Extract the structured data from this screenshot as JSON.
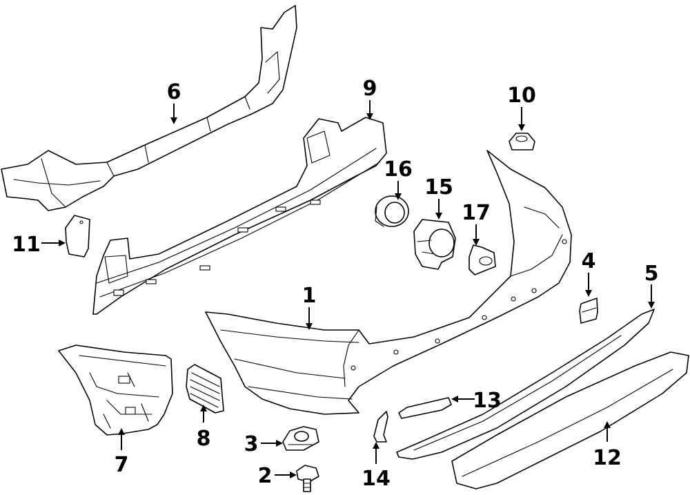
{
  "callouts": {
    "n1": "1",
    "n2": "2",
    "n3": "3",
    "n4": "4",
    "n5": "5",
    "n6": "6",
    "n7": "7",
    "n8": "8",
    "n9": "9",
    "n10": "10",
    "n11": "11",
    "n12": "12",
    "n13": "13",
    "n14": "14",
    "n15": "15",
    "n16": "16",
    "n17": "17"
  },
  "colors": {
    "line": "#000000",
    "background": "#ffffff"
  }
}
